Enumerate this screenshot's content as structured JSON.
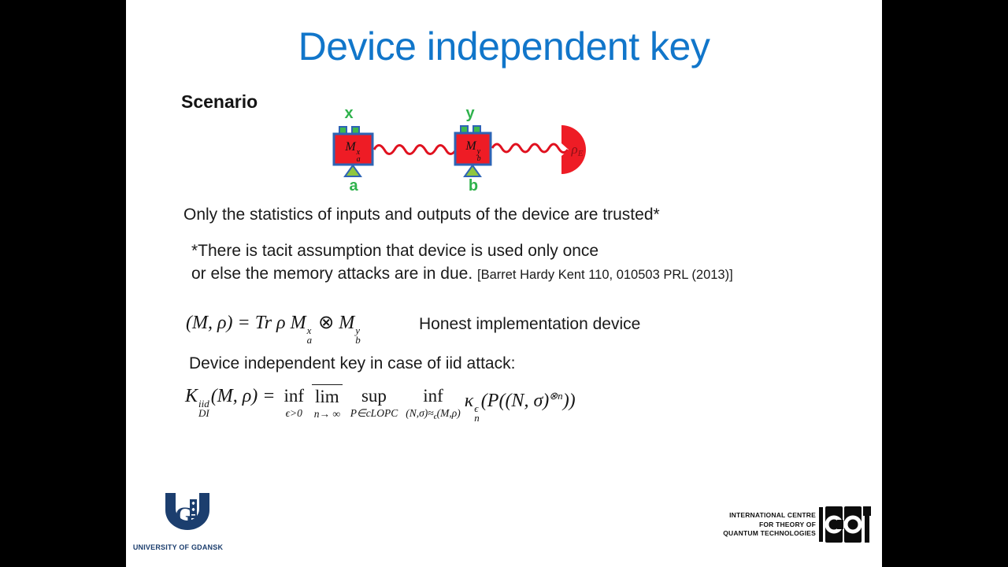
{
  "slide": {
    "title": "Device independent key",
    "scenario_label": "Scenario",
    "trusted_line": "Only the statistics of inputs and outputs of the device are trusted*",
    "footnote_line1": "*There is tacit assumption that device is used only once",
    "footnote_line2_main": "or else the memory attacks are in due. ",
    "footnote_citation": "[Barret Hardy Kent 110, 010503 PRL (2013)]",
    "honest_label": "Honest implementation device",
    "iid_intro": "Device independent key in case of iid attack:"
  },
  "diagram": {
    "device_a": {
      "input_label": "x",
      "output_label": "a",
      "op": "M",
      "op_sup": "x",
      "op_sub": "a"
    },
    "device_b": {
      "input_label": "y",
      "output_label": "b",
      "op": "M",
      "op_sup": "y",
      "op_sub": "b"
    },
    "eve": {
      "symbol": "ρ",
      "sub": "E"
    },
    "colors": {
      "box_fill": "#ee1c25",
      "box_border": "#2e64b5",
      "green_fill": "#3fb94e",
      "green_text": "#2fb24c",
      "wave_red": "#e0111f",
      "eve_label": "#8a1016",
      "title_blue": "#1176ca"
    }
  },
  "formula_honest": {
    "lhs": "(M, ρ) = Tr ρ ",
    "m1": "M",
    "m1_sup": "x",
    "m1_sub": "a",
    "otimes": " ⊗ ",
    "m2": "M",
    "m2_sup": "y",
    "m2_sub": "b"
  },
  "formula_key": {
    "k": "K",
    "k_sup": "iid",
    "k_sub": "DI",
    "k_args": "(M, ρ) = ",
    "inf1_op": "inf",
    "inf1_sub": "ϵ>0",
    "lim_op": "lim",
    "lim_sub": "n→ ∞",
    "sup_op": "sup",
    "sup_sub": "P∈cLOPC",
    "inf2_op": "inf",
    "inf2_sub_head": "(N,σ)≈",
    "inf2_sub_sub": "ϵ",
    "inf2_sub_tail": "(M,ρ)",
    "kappa": "κ",
    "kappa_sup": "ϵ",
    "kappa_sub": "n",
    "tail_head": "(P((N, σ)",
    "tail_sup": "⊗n",
    "tail_close": "))"
  },
  "footer": {
    "ug_caption": "UNIVERSITY OF GDANSK",
    "ictqt_line1": "INTERNATIONAL CENTRE",
    "ictqt_line2": "FOR THEORY OF",
    "ictqt_line3": "QUANTUM TECHNOLOGIES"
  }
}
